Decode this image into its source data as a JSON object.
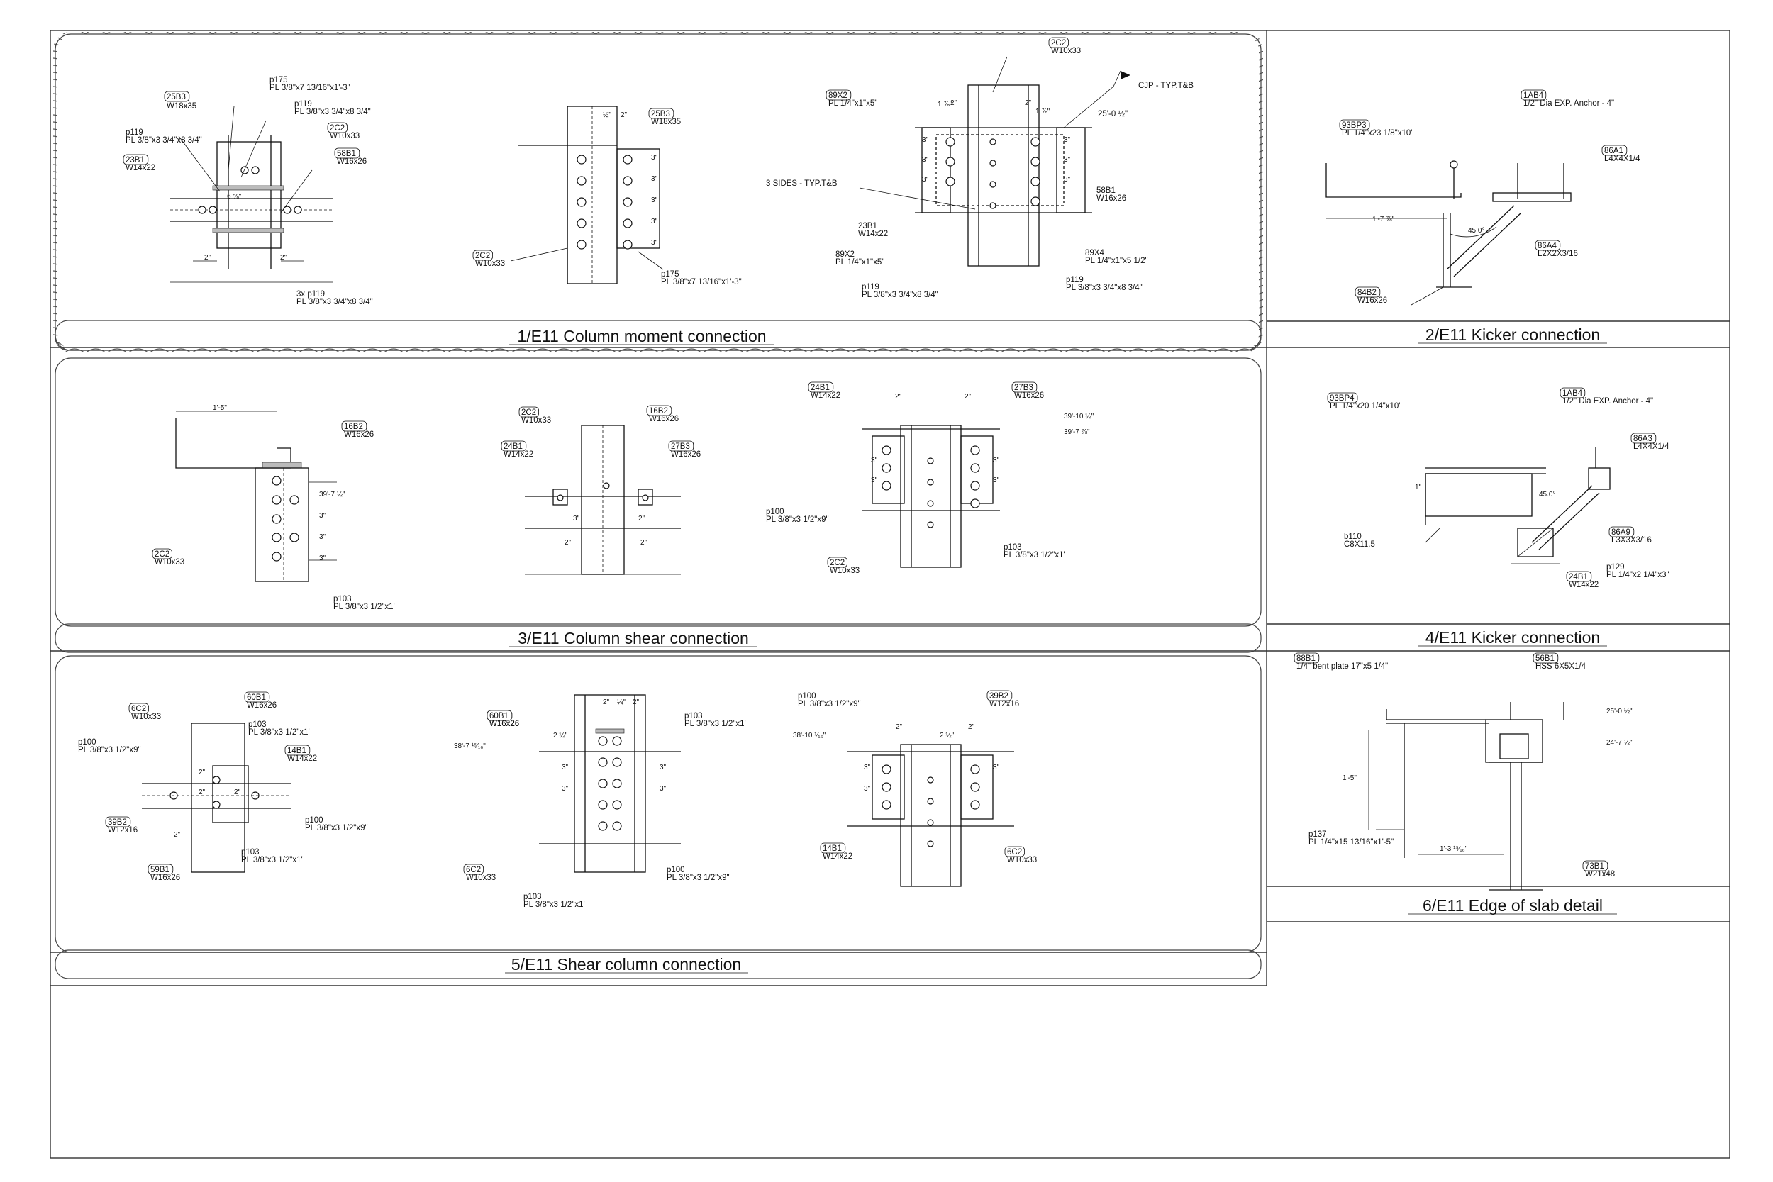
{
  "details": [
    {
      "id": "d1",
      "title": "1/E11 Column moment connection",
      "labels": [
        "25B3",
        "W18x35",
        "p175",
        "PL 3/8\"x7 13/16\"x1'-3\"",
        "p119",
        "PL 3/8\"x3 3/4\"x8 3/4\"",
        "p119",
        "PL 3/8\"x3 3/4\"x8 3/4\"",
        "2C2",
        "W10x33",
        "58B1",
        "W16x26",
        "23B1",
        "W14x22",
        "3x p119",
        "PL 3/8\"x3 3/4\"x8 3/4\"",
        "25B3",
        "W18x35",
        "2C2",
        "W10x33",
        "p175",
        "PL 3/8\"x7 13/16\"x1'-3\"",
        "2C2",
        "W10x33",
        "89X2",
        "PL 1/4\"x1\"x5\"",
        "CJP - TYP.T&B",
        "25'-0 ½\"",
        "3 SIDES - TYP.T&B",
        "23B1",
        "W14x22",
        "89X2",
        "PL 1/4\"x1\"x5\"",
        "58B1",
        "W16x26",
        "89X4",
        "PL 1/4\"x1\"x5 1/2\"",
        "p119",
        "PL 3/8\"x3 3/4\"x8 3/4\"",
        "p119",
        "PL 3/8\"x3 3/4\"x8 3/4\""
      ],
      "dims": [
        "6 ⅝\"",
        "2\"",
        "2\"",
        "½\"",
        "2\"",
        "3\"",
        "3\"",
        "3\"",
        "3\"",
        "3\"",
        "2\"",
        "2\"",
        "1 ⅞\"",
        "1 ⅞\"",
        "3\"",
        "3\"",
        "3\"",
        "3\"",
        "3\"",
        "3\""
      ]
    },
    {
      "id": "d2",
      "title": "2/E11 Kicker connection",
      "labels": [
        "93BP3",
        "PL 1/4\"x23 1/8\"x10'",
        "1AB4",
        "1/2\" Dia EXP. Anchor - 4\"",
        "86A1",
        "L4X4X1/4",
        "86A4",
        "L2X2X3/16",
        "84B2",
        "W16x26"
      ],
      "dims": [
        "1'-7 ⅞\"",
        "45.0°"
      ]
    },
    {
      "id": "d3",
      "title": "3/E11 Column shear connection",
      "labels": [
        "16B2",
        "W16x26",
        "2C2",
        "W10x33",
        "p103",
        "PL 3/8\"x3 1/2\"x1'",
        "2C2",
        "W10x33",
        "16B2",
        "W16x26",
        "24B1",
        "W14x22",
        "27B3",
        "W16x26",
        "24B1",
        "W14x22",
        "27B3",
        "W16x26",
        "p100",
        "PL 3/8\"x3 1/2\"x9\"",
        "2C2",
        "W10x33",
        "p103",
        "PL 3/8\"x3 1/2\"x1'"
      ],
      "dims": [
        "1'-5\"",
        "39'-7 ½\"",
        "3\"",
        "3\"",
        "3\"",
        "3\"",
        "2\"",
        "2\"",
        "2\"",
        "2\"",
        "2\"",
        "39'-10 ½\"",
        "39'-7 ⅞\"",
        "3\"",
        "3\"",
        "3\"",
        "3\""
      ]
    },
    {
      "id": "d4",
      "title": "4/E11 Kicker connection",
      "labels": [
        "93BP4",
        "PL 1/4\"x20 1/4\"x10'",
        "1AB4",
        "1/2\" Dia EXP. Anchor - 4\"",
        "86A3",
        "L4X4X1/4",
        "b110",
        "C8X11.5",
        "86A9",
        "L3X3X3/16",
        "p129",
        "PL 1/4\"x2 1/4\"x3\"",
        "24B1",
        "W14x22"
      ],
      "dims": [
        "1\"",
        "45.0°"
      ]
    },
    {
      "id": "d5",
      "title": "5/E11 Shear column connection",
      "labels": [
        "6C2",
        "W10x33",
        "60B1",
        "W16x26",
        "p103",
        "PL 3/8\"x3 1/2\"x1'",
        "p100",
        "PL 3/8\"x3 1/2\"x9\"",
        "14B1",
        "W14x22",
        "39B2",
        "W12x16",
        "p100",
        "PL 3/8\"x3 1/2\"x9\"",
        "59B1",
        "W16x26",
        "p103",
        "PL 3/8\"x3 1/2\"x1'",
        "59B1",
        "W16x26",
        "60B1",
        "W16x26",
        "p103",
        "PL 3/8\"x3 1/2\"x1'",
        "6C2",
        "W10x33",
        "p103",
        "PL 3/8\"x3 1/2\"x1'",
        "p100",
        "PL 3/8\"x3 1/2\"x9\"",
        "p100",
        "PL 3/8\"x3 1/2\"x9\"",
        "39B2",
        "W12x16",
        "14B1",
        "W14x22",
        "6C2",
        "W10x33"
      ],
      "dims": [
        "2\"",
        "2\"",
        "2\"",
        "2\"",
        "38'-7 ¹⁵⁄₁₆\"",
        "2\"",
        "¼\"",
        "2\"",
        "2 ½\"",
        "3\"",
        "3\"",
        "3\"",
        "3\"",
        "38'-10 ¹⁄₁₆\"",
        "2\"",
        "2\"",
        "2 ½\"",
        "3\"",
        "3\"",
        "3\""
      ]
    },
    {
      "id": "d6",
      "title": "6/E11 Edge of slab detail",
      "labels": [
        "88B1",
        "1/4\" bent plate 17\"x5 1/4\"",
        "56B1",
        "HSS 6X5X1/4",
        "p137",
        "PL 1/4\"x15 13/16\"x1'-5\"",
        "73B1",
        "W21x48"
      ],
      "dims": [
        "25'-0 ½\"",
        "24'-7 ½\"",
        "1'-5\"",
        "1'-3 ¹⁵⁄₁₆\""
      ]
    }
  ]
}
